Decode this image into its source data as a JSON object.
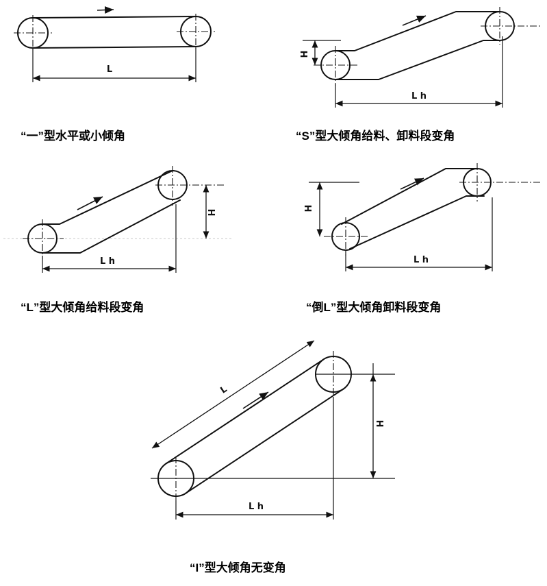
{
  "page": {
    "background_color": "#ffffff",
    "line_color": "#111111"
  },
  "diagrams": [
    {
      "id": "straight-horizontal",
      "caption": "“一”型水平或小倾角",
      "labels": {
        "L": "L"
      }
    },
    {
      "id": "s-type",
      "caption": "“S”型大倾角给料、卸料段变角",
      "labels": {
        "H": "H",
        "Lh": "L h"
      }
    },
    {
      "id": "l-type",
      "caption": "“L”型大倾角给料段变角",
      "labels": {
        "H": "H",
        "Lh": "L h"
      }
    },
    {
      "id": "inverted-l-type",
      "caption": "“倒L”型大倾角卸料段变角",
      "labels": {
        "H": "H",
        "Lh": "L h"
      }
    },
    {
      "id": "i-type",
      "caption": "“I”型大倾角无变角",
      "labels": {
        "L": "L",
        "H": "H",
        "Lh": "L h"
      }
    }
  ]
}
